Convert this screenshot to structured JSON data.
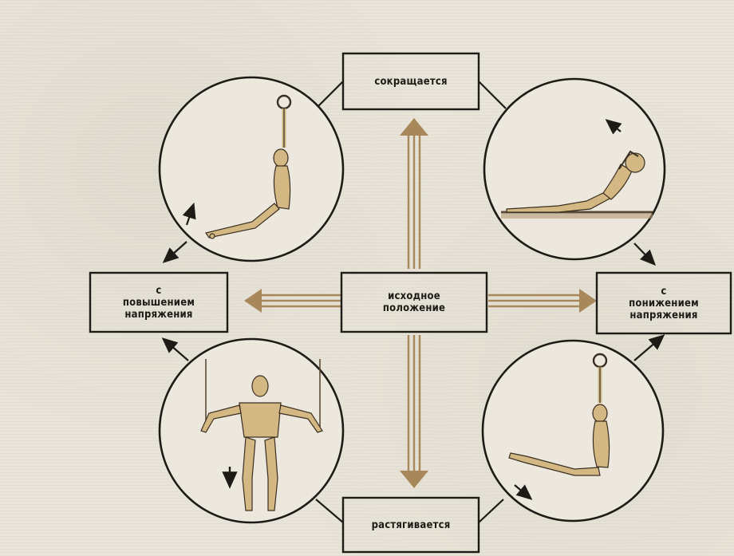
{
  "boxes": {
    "top": "сокращается",
    "center": "исходное\nположение",
    "left": "с\nповышением\nнапряжения",
    "right": "с\nпонижением\nнапряжения",
    "bottom": "растягивается"
  },
  "colors": {
    "ink": "#1e1b17",
    "accent": "#a8875a",
    "figure": "#d4b884",
    "background": "#e8e4d9"
  },
  "icons": {
    "up_arrow": "triangle-up",
    "down_arrow": "triangle-down",
    "left_arrow": "triangle-left",
    "right_arrow": "triangle-right"
  }
}
